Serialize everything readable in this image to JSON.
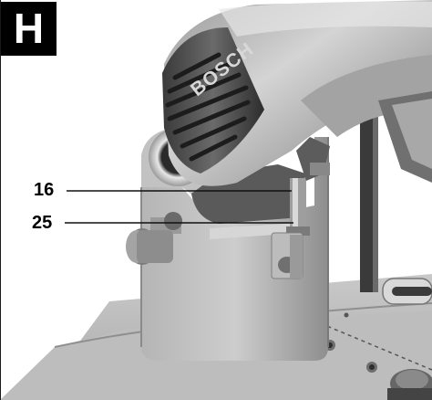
{
  "figure": {
    "section_letter": "H",
    "brand_logo_text": "BOSCH",
    "callouts": [
      "16",
      "25"
    ]
  },
  "colors": {
    "letter_box": "#000000",
    "leader_line": "#111111"
  }
}
